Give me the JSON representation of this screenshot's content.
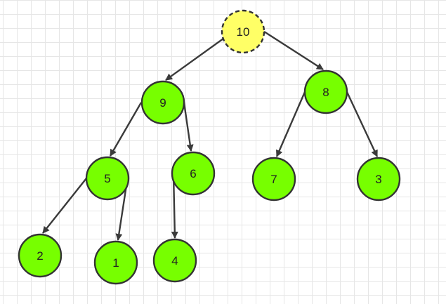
{
  "colors": {
    "root_fill": "#ffff66",
    "node_fill": "#77ff00",
    "stroke": "#333333",
    "edge": "#3a3a3a"
  },
  "nodes": [
    {
      "id": "n10",
      "label": "10",
      "root": true
    },
    {
      "id": "n9",
      "label": "9"
    },
    {
      "id": "n8",
      "label": "8"
    },
    {
      "id": "n5",
      "label": "5"
    },
    {
      "id": "n6",
      "label": "6"
    },
    {
      "id": "n7",
      "label": "7"
    },
    {
      "id": "n3",
      "label": "3"
    },
    {
      "id": "n2",
      "label": "2"
    },
    {
      "id": "n1",
      "label": "1"
    },
    {
      "id": "n4",
      "label": "4"
    }
  ],
  "edges": [
    {
      "from": "n10",
      "to": "n9"
    },
    {
      "from": "n10",
      "to": "n8"
    },
    {
      "from": "n9",
      "to": "n5"
    },
    {
      "from": "n9",
      "to": "n6"
    },
    {
      "from": "n8",
      "to": "n7"
    },
    {
      "from": "n8",
      "to": "n3"
    },
    {
      "from": "n5",
      "to": "n2"
    },
    {
      "from": "n5",
      "to": "n1"
    },
    {
      "from": "n6",
      "to": "n4"
    }
  ]
}
